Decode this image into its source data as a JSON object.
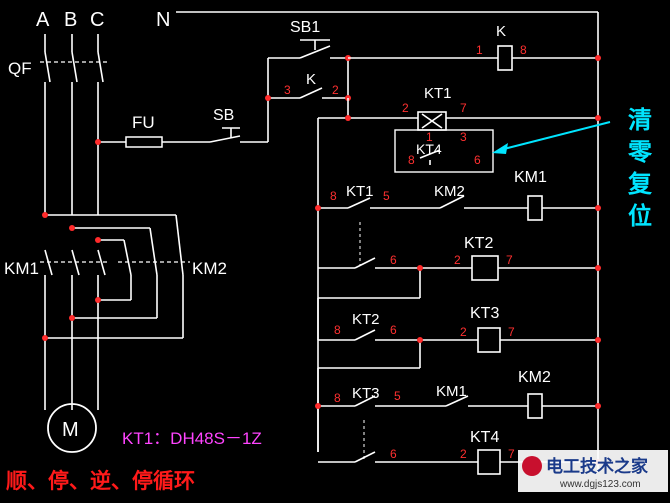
{
  "phases": [
    "A",
    "B",
    "C",
    "N"
  ],
  "labels": {
    "qf": "QF",
    "fu": "FU",
    "sb": "SB",
    "sb1": "SB1",
    "k": "K",
    "km1": "KM1",
    "km2": "KM2",
    "kt1": "KT1",
    "kt2": "KT2",
    "kt3": "KT3",
    "kt4": "KT4",
    "motor": "M"
  },
  "terminals": {
    "n1": "1",
    "n8": "8",
    "n3": "3",
    "n2": "2",
    "n7": "7",
    "n6": "6",
    "n5": "5"
  },
  "annotation": {
    "text": [
      "清",
      "零",
      "复",
      "位"
    ],
    "color": "#00e5ff"
  },
  "model": "KT1：DH48S－1Z",
  "footer": "顺、停、逆、停循环",
  "watermark": {
    "brand": "电工技术之家",
    "url": "www.dgjs123.com"
  },
  "colors": {
    "background": "#000000",
    "wire": "#ffffff",
    "terminal": "#ff2b2b",
    "annotation": "#00e5ff",
    "footer": "#ff1a1a",
    "model": "#ff44ff"
  }
}
